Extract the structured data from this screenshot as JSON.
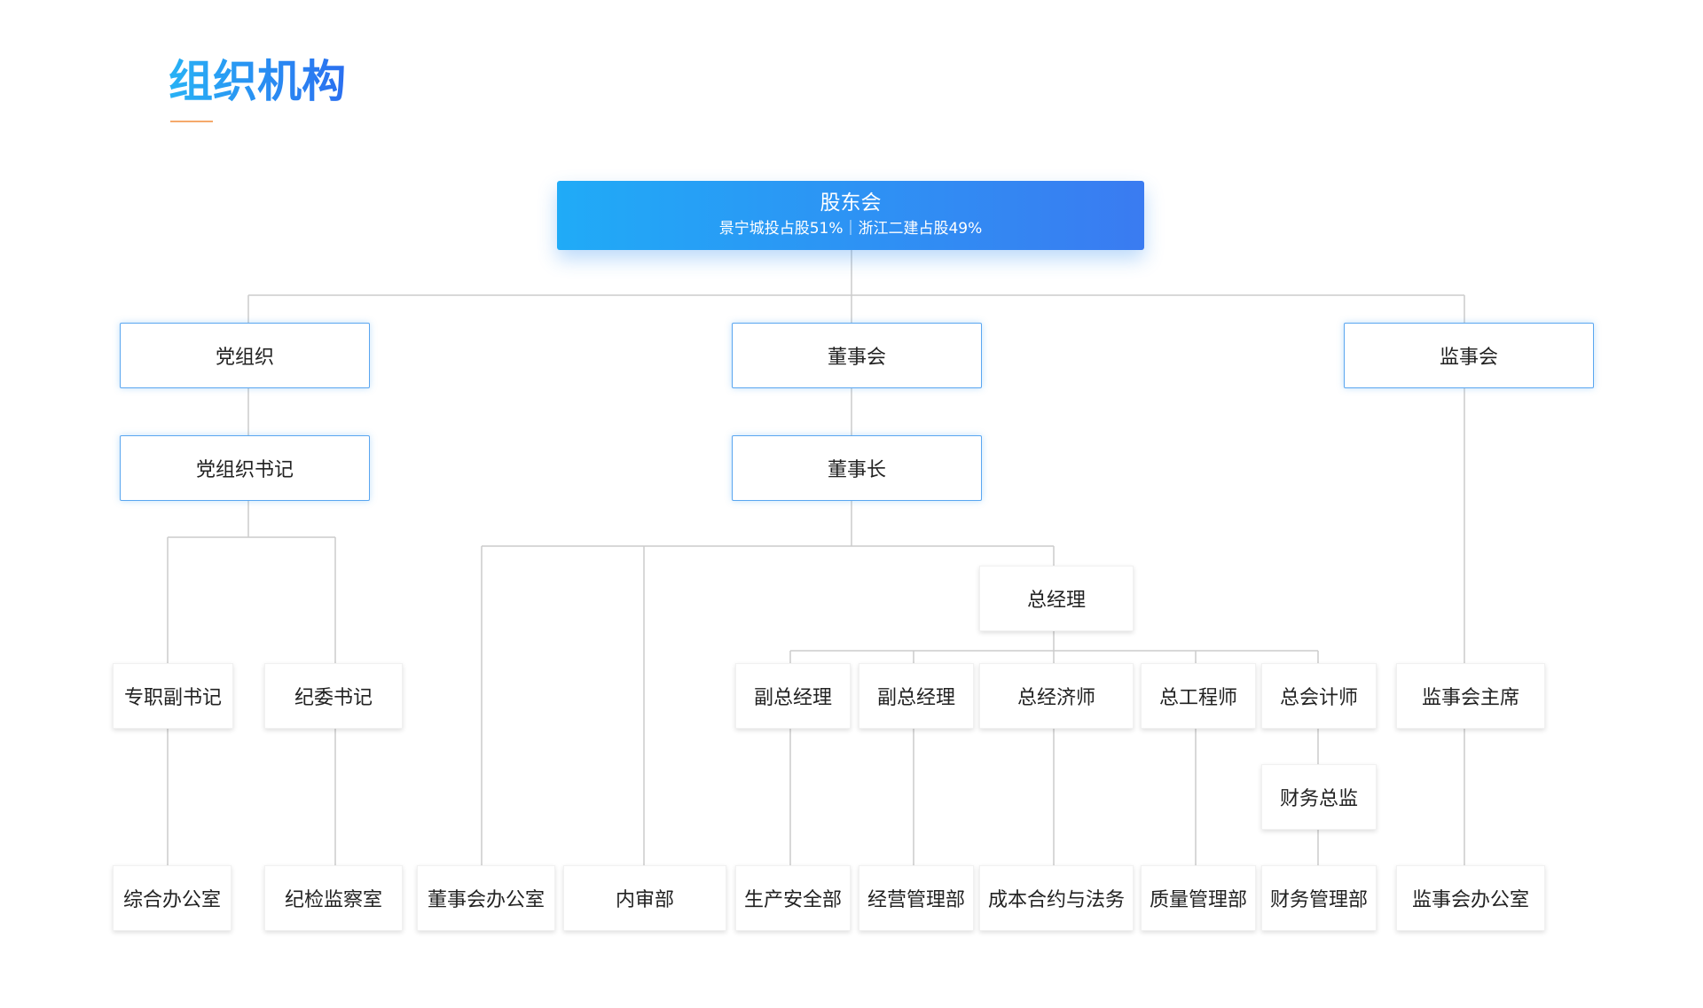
{
  "title": "组织机构",
  "root": {
    "title": "股东会",
    "subtitle": "景宁城投占股51%｜浙江二建占股49%"
  },
  "nodes": {
    "dangzuzhi": "党组织",
    "dongshihui": "董事会",
    "jianshihui": "监事会",
    "dangzuzhi_shuji": "党组织书记",
    "dongshizhang": "董事长",
    "zongjingli": "总经理",
    "zhuanzhi_fushuji": "专职副书记",
    "jiwei_shuji": "纪委书记",
    "fuzongjingli_1": "副总经理",
    "fuzongjingli_2": "副总经理",
    "zongjingjishi": "总经济师",
    "zonggongchengshi": "总工程师",
    "zongkuaijishi": "总会计师",
    "jianshihui_zhuxi": "监事会主席",
    "caiwu_zongjian": "财务总监",
    "zonghe_bangongshi": "综合办公室",
    "jijian_jianchashi": "纪检监察室",
    "dongshihui_bangongshi": "董事会办公室",
    "neishenbu": "内审部",
    "shengchan_anquanbu": "生产安全部",
    "jingying_guanlibu": "经营管理部",
    "chengben_heyue_fawu": "成本合约与法务",
    "zhiliang_guanlibu": "质量管理部",
    "caiwu_guanlibu": "财务管理部",
    "jianshihui_bangongshi": "监事会办公室"
  },
  "colors": {
    "accent_start": "#20abf7",
    "accent_end": "#3a7bf1",
    "box_border_blue": "#5aa6f0",
    "connector": "#cccccc",
    "underline": "#f5a96b"
  }
}
